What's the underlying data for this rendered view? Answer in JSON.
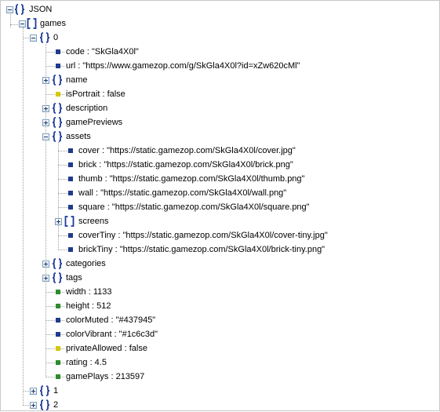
{
  "tree": {
    "root_label": "JSON",
    "games_label": "games",
    "item0_label": "0",
    "item1_label": "1",
    "item2_label": "2",
    "code": "code : \"SkGla4X0l\"",
    "url": "url : \"https://www.gamezop.com/g/SkGla4X0l?id=xZw620cMl\"",
    "name": "name",
    "isPortrait": "isPortrait : false",
    "description": "description",
    "gamePreviews": "gamePreviews",
    "assets": "assets",
    "cover": "cover : \"https://static.gamezop.com/SkGla4X0l/cover.jpg\"",
    "brick": "brick : \"https://static.gamezop.com/SkGla4X0l/brick.png\"",
    "thumb": "thumb : \"https://static.gamezop.com/SkGla4X0l/thumb.png\"",
    "wall": "wall : \"https://static.gamezop.com/SkGla4X0l/wall.png\"",
    "square": "square : \"https://static.gamezop.com/SkGla4X0l/square.png\"",
    "screens": "screens",
    "coverTiny": "coverTiny : \"https://static.gamezop.com/SkGla4X0l/cover-tiny.jpg\"",
    "brickTiny": "brickTiny : \"https://static.gamezop.com/SkGla4X0l/brick-tiny.png\"",
    "categories": "categories",
    "tags": "tags",
    "width": "width : 1133",
    "height": "height : 512",
    "colorMuted": "colorMuted : \"#437945\"",
    "colorVibrant": "colorVibrant : \"#1c6c3d\"",
    "privateAllowed": "privateAllowed : false",
    "rating": "rating : 4.5",
    "gamePlays": "gamePlays : 213597"
  },
  "colors": {
    "string_value": "#1f3b8c",
    "boolean_value": "#d4c800",
    "number_value": "#2e8b2e",
    "brace_icon": "#1f3c9c",
    "border": "#c8c8c8"
  },
  "icons": {
    "object": "curly-braces-icon",
    "array": "square-brackets-icon",
    "string": "blue-square-icon",
    "boolean": "yellow-square-icon",
    "number": "green-square-icon",
    "collapse": "minus-box-icon",
    "expand": "plus-box-icon"
  }
}
